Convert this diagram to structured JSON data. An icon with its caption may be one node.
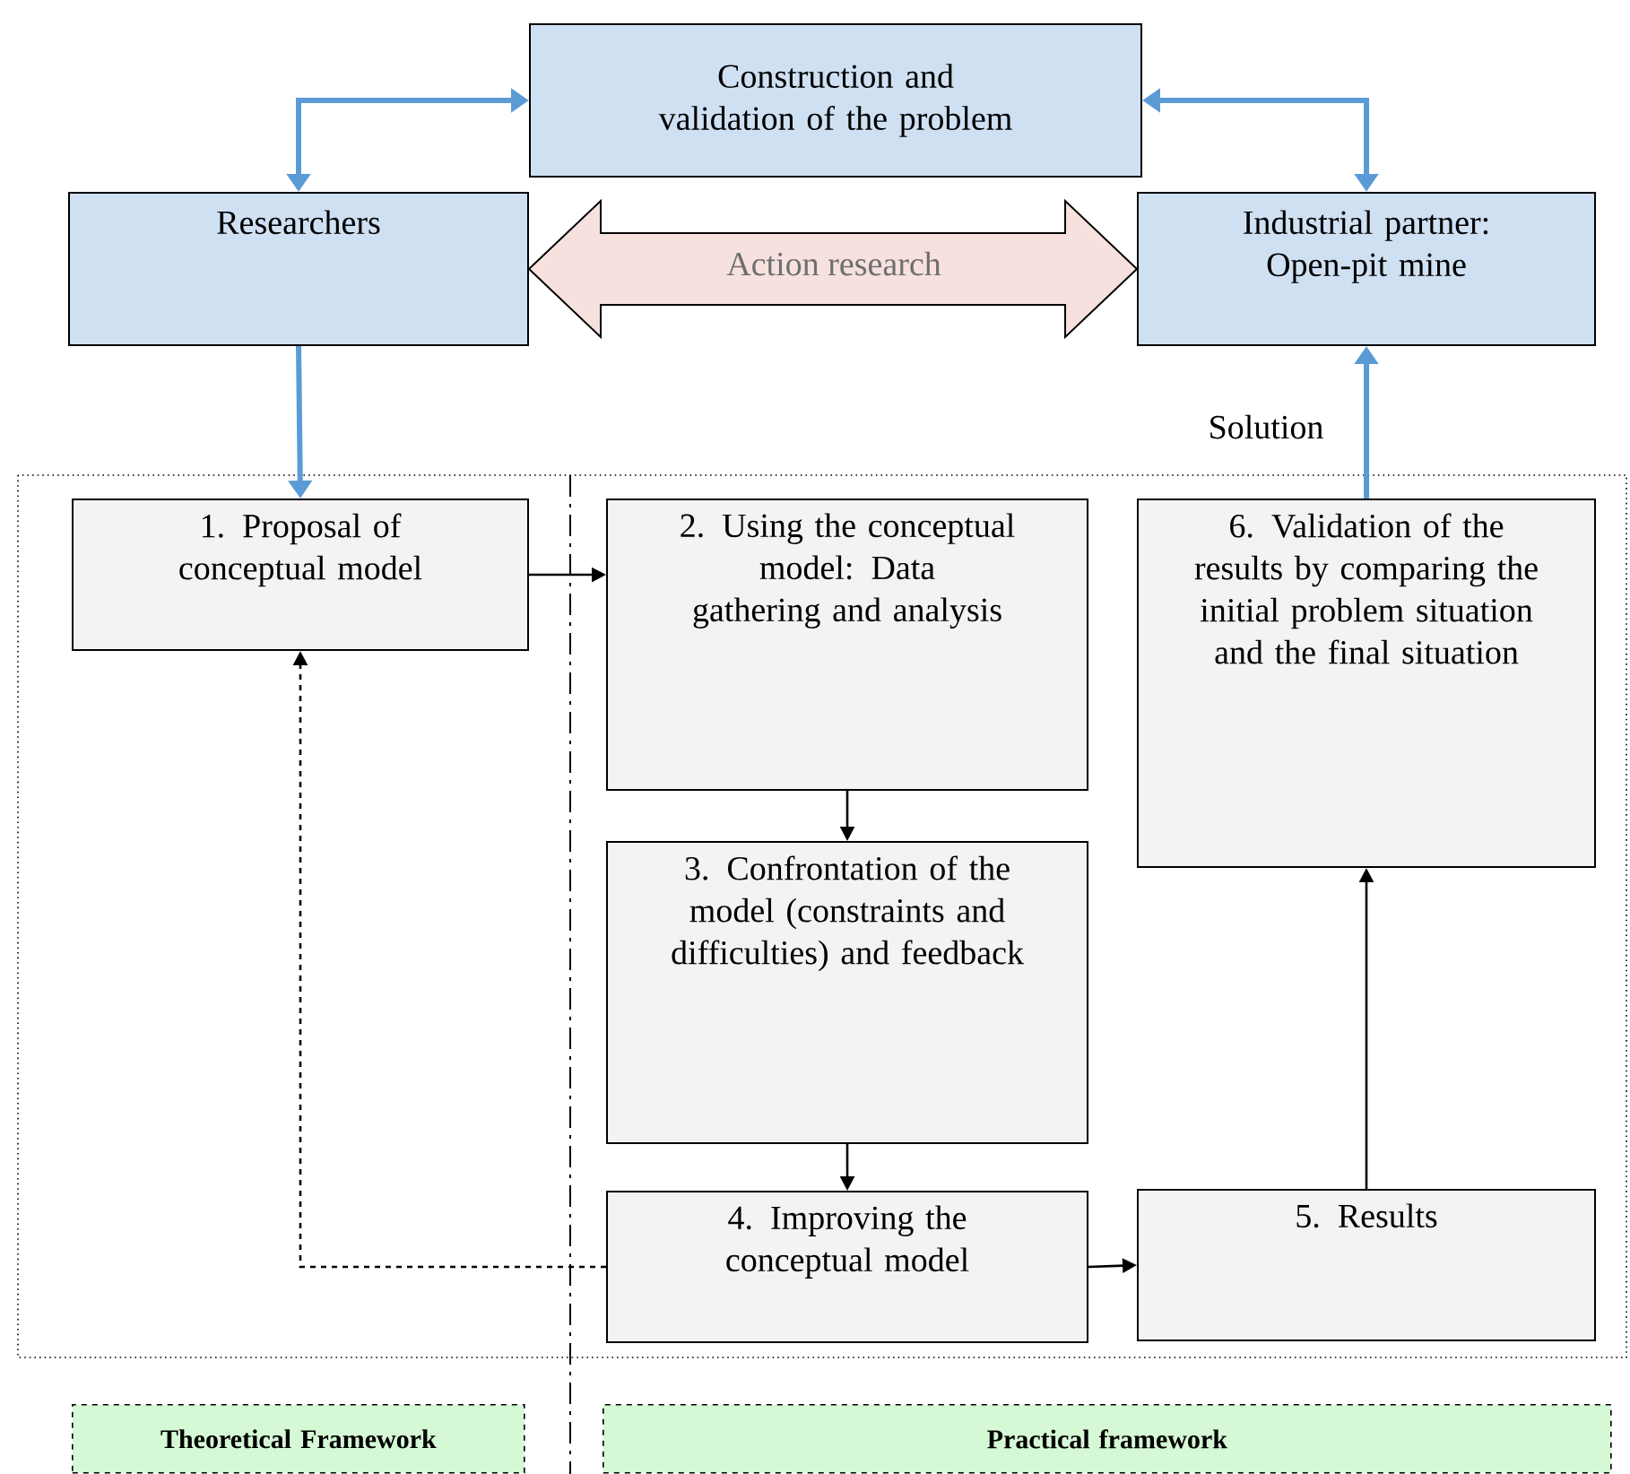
{
  "diagram": {
    "nodes": [
      {
        "text": [
          "Construction and validation of the problem"
        ]
      },
      {
        "text": [
          "Researchers"
        ]
      },
      {
        "text": [
          "Industrial partner: Open-pit mine"
        ]
      },
      {
        "text": [
          "1. Proposal of conceptual model"
        ]
      },
      {
        "text": [
          "2. Using the conceptual model: Data gathering and analysis"
        ]
      },
      {
        "text": [
          "6. Validation of the results by comparing the initial problem situation and the final situation"
        ]
      },
      {
        "text": [
          "3. Confrontation of the model (constraints and difficulties) and feedback"
        ]
      },
      {
        "text": [
          "4. Improving the conceptual model"
        ]
      },
      {
        "text": [
          "5. Results"
        ]
      },
      {
        "text": [
          "Theoretical Framework"
        ]
      },
      {
        "text": [
          "Practical framework"
        ]
      }
    ],
    "edges": [
      {
        "from": 0,
        "to": 1,
        "arrow": "both",
        "style": "thick",
        "color": "#5b9bd5"
      },
      {
        "from": 0,
        "to": 2,
        "arrow": "both",
        "style": "thick",
        "color": "#5b9bd5"
      },
      {
        "from": 1,
        "to": 2,
        "arrow": "both",
        "label": "Action research",
        "style": "thick"
      },
      {
        "from": 1,
        "to": 3,
        "arrow": "to",
        "style": "thick",
        "color": "#5b9bd5"
      },
      {
        "from": 5,
        "to": 2,
        "arrow": "to",
        "label": "Solution",
        "style": "thick",
        "color": "#5b9bd5"
      },
      {
        "from": 3,
        "to": 4,
        "arrow": "to"
      },
      {
        "from": 4,
        "to": 6,
        "arrow": "to"
      },
      {
        "from": 6,
        "to": 7,
        "arrow": "to"
      },
      {
        "from": 7,
        "to": 8,
        "arrow": "to"
      },
      {
        "from": 8,
        "to": 5,
        "arrow": "to"
      },
      {
        "from": 7,
        "to": 3,
        "arrow": "to",
        "style": "dashed"
      }
    ]
  }
}
